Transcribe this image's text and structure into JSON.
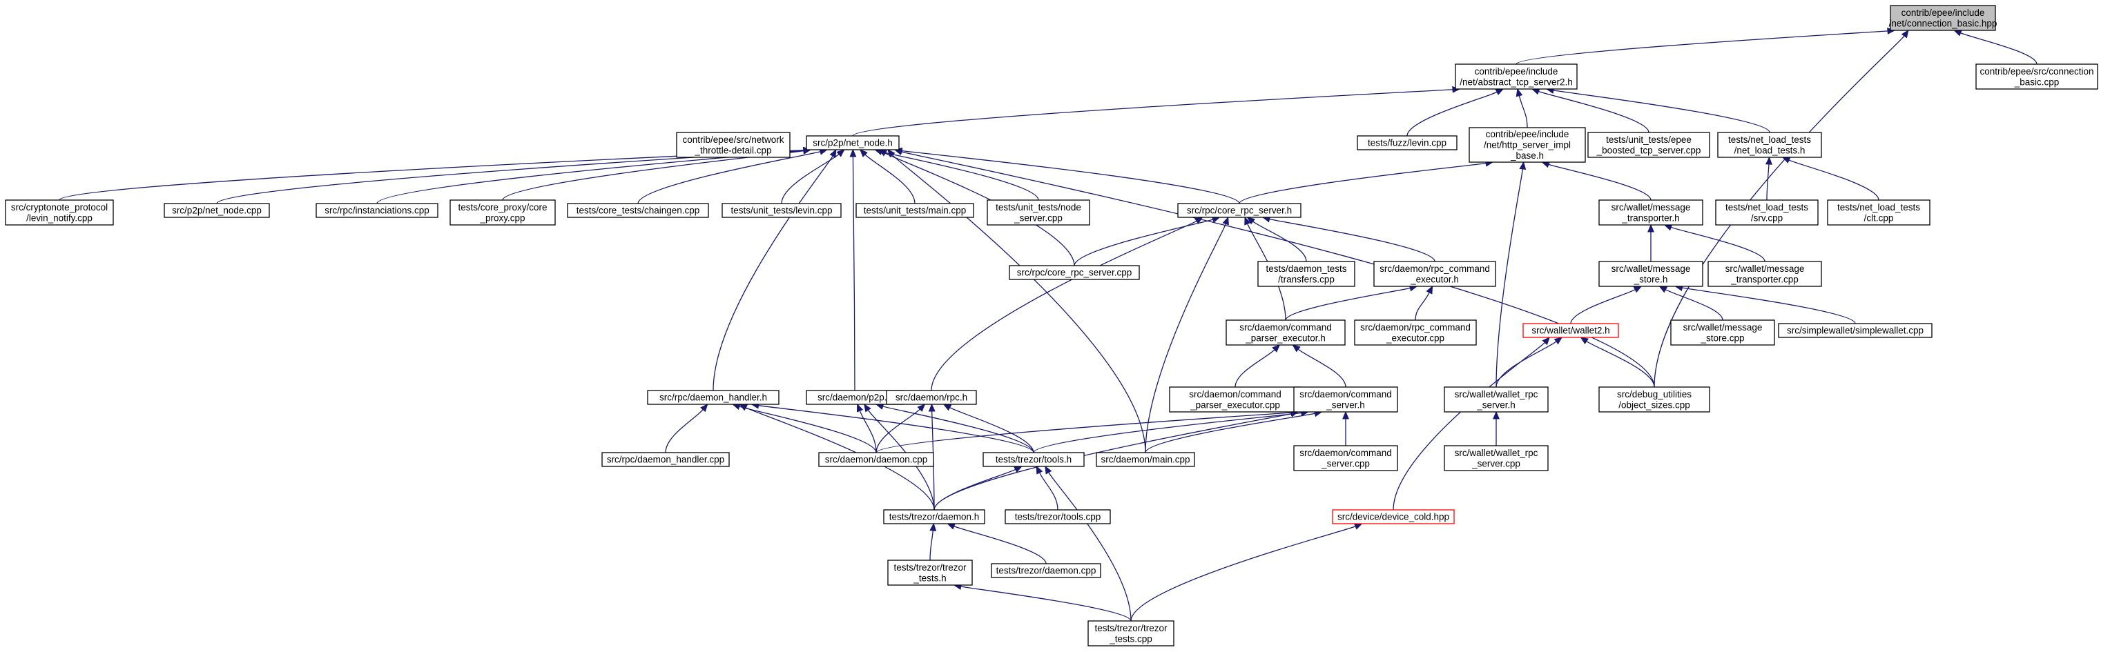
{
  "diagram": {
    "nodes": [
      {
        "id": "connection_basic_hpp",
        "lines": [
          "contrib/epee/include",
          "/net/connection_basic.hpp"
        ],
        "highlight": true
      },
      {
        "id": "abstract_tcp_server2_h",
        "lines": [
          "contrib/epee/include",
          "/net/abstract_tcp_server2.h"
        ]
      },
      {
        "id": "connection_basic_cpp",
        "lines": [
          "contrib/epee/src/connection",
          "_basic.cpp"
        ]
      },
      {
        "id": "network_throttle_detail_cpp",
        "lines": [
          "contrib/epee/src/network",
          "_throttle-detail.cpp"
        ]
      },
      {
        "id": "net_node_h",
        "lines": [
          "src/p2p/net_node.h"
        ]
      },
      {
        "id": "fuzz_levin_cpp",
        "lines": [
          "tests/fuzz/levin.cpp"
        ]
      },
      {
        "id": "http_server_impl_base_h",
        "lines": [
          "contrib/epee/include",
          "/net/http_server_impl",
          "_base.h"
        ]
      },
      {
        "id": "epee_boosted_tcp_server_cpp",
        "lines": [
          "tests/unit_tests/epee",
          "_boosted_tcp_server.cpp"
        ]
      },
      {
        "id": "net_load_tests_h",
        "lines": [
          "tests/net_load_tests",
          "/net_load_tests.h"
        ]
      },
      {
        "id": "levin_notify_cpp",
        "lines": [
          "src/cryptonote_protocol",
          "/levin_notify.cpp"
        ]
      },
      {
        "id": "net_node_cpp",
        "lines": [
          "src/p2p/net_node.cpp"
        ]
      },
      {
        "id": "instanciations_cpp",
        "lines": [
          "src/rpc/instanciations.cpp"
        ]
      },
      {
        "id": "core_proxy_cpp",
        "lines": [
          "tests/core_proxy/core",
          "_proxy.cpp"
        ]
      },
      {
        "id": "chaingen_cpp",
        "lines": [
          "tests/core_tests/chaingen.cpp"
        ]
      },
      {
        "id": "unit_levin_cpp",
        "lines": [
          "tests/unit_tests/levin.cpp"
        ]
      },
      {
        "id": "unit_main_cpp",
        "lines": [
          "tests/unit_tests/main.cpp"
        ]
      },
      {
        "id": "node_server_cpp",
        "lines": [
          "tests/unit_tests/node",
          "_server.cpp"
        ]
      },
      {
        "id": "core_rpc_server_h",
        "lines": [
          "src/rpc/core_rpc_server.h"
        ]
      },
      {
        "id": "message_transporter_h",
        "lines": [
          "src/wallet/message",
          "_transporter.h"
        ]
      },
      {
        "id": "nlt_srv_cpp",
        "lines": [
          "tests/net_load_tests",
          "/srv.cpp"
        ]
      },
      {
        "id": "nlt_clt_cpp",
        "lines": [
          "tests/net_load_tests",
          "/clt.cpp"
        ]
      },
      {
        "id": "core_rpc_server_cpp",
        "lines": [
          "src/rpc/core_rpc_server.cpp"
        ]
      },
      {
        "id": "daemon_tests_transfers_cpp",
        "lines": [
          "tests/daemon_tests",
          "/transfers.cpp"
        ]
      },
      {
        "id": "rpc_command_executor_h",
        "lines": [
          "src/daemon/rpc_command",
          "_executor.h"
        ]
      },
      {
        "id": "message_store_h",
        "lines": [
          "src/wallet/message",
          "_store.h"
        ]
      },
      {
        "id": "message_transporter_cpp",
        "lines": [
          "src/wallet/message",
          "_transporter.cpp"
        ]
      },
      {
        "id": "command_parser_executor_h",
        "lines": [
          "src/daemon/command",
          "_parser_executor.h"
        ]
      },
      {
        "id": "rpc_command_executor_cpp",
        "lines": [
          "src/daemon/rpc_command",
          "_executor.cpp"
        ]
      },
      {
        "id": "wallet2_h",
        "lines": [
          "src/wallet/wallet2.h"
        ],
        "red": true
      },
      {
        "id": "message_store_cpp",
        "lines": [
          "src/wallet/message",
          "_store.cpp"
        ]
      },
      {
        "id": "simplewallet_cpp",
        "lines": [
          "src/simplewallet/simplewallet.cpp"
        ]
      },
      {
        "id": "command_parser_executor_cpp",
        "lines": [
          "src/daemon/command",
          "_parser_executor.cpp"
        ]
      },
      {
        "id": "daemon_handler_h",
        "lines": [
          "src/rpc/daemon_handler.h"
        ]
      },
      {
        "id": "daemon_p2p_h",
        "lines": [
          "src/daemon/p2p.h"
        ]
      },
      {
        "id": "daemon_rpc_h",
        "lines": [
          "src/daemon/rpc.h"
        ]
      },
      {
        "id": "command_server_h",
        "lines": [
          "src/daemon/command",
          "_server.h"
        ]
      },
      {
        "id": "wallet_rpc_server_h",
        "lines": [
          "src/wallet/wallet_rpc",
          "_server.h"
        ]
      },
      {
        "id": "object_sizes_cpp",
        "lines": [
          "src/debug_utilities",
          "/object_sizes.cpp"
        ]
      },
      {
        "id": "daemon_handler_cpp",
        "lines": [
          "src/rpc/daemon_handler.cpp"
        ]
      },
      {
        "id": "daemon_daemon_cpp",
        "lines": [
          "src/daemon/daemon.cpp"
        ]
      },
      {
        "id": "trezor_tools_h",
        "lines": [
          "tests/trezor/tools.h"
        ]
      },
      {
        "id": "daemon_main_cpp",
        "lines": [
          "src/daemon/main.cpp"
        ]
      },
      {
        "id": "command_server_cpp",
        "lines": [
          "src/daemon/command",
          "_server.cpp"
        ]
      },
      {
        "id": "wallet_rpc_server_cpp",
        "lines": [
          "src/wallet/wallet_rpc",
          "_server.cpp"
        ]
      },
      {
        "id": "trezor_daemon_h",
        "lines": [
          "tests/trezor/daemon.h"
        ]
      },
      {
        "id": "trezor_tools_cpp",
        "lines": [
          "tests/trezor/tools.cpp"
        ]
      },
      {
        "id": "device_cold_hpp",
        "lines": [
          "src/device/device_cold.hpp"
        ],
        "red": true
      },
      {
        "id": "trezor_tests_h",
        "lines": [
          "tests/trezor/trezor",
          "_tests.h"
        ]
      },
      {
        "id": "trezor_daemon_cpp",
        "lines": [
          "tests/trezor/daemon.cpp"
        ]
      },
      {
        "id": "trezor_tests_cpp",
        "lines": [
          "tests/trezor/trezor",
          "_tests.cpp"
        ]
      }
    ],
    "edges": [
      [
        "abstract_tcp_server2_h",
        "connection_basic_hpp"
      ],
      [
        "connection_basic_cpp",
        "connection_basic_hpp"
      ],
      [
        "object_sizes_cpp",
        "connection_basic_hpp"
      ],
      [
        "net_node_h",
        "abstract_tcp_server2_h"
      ],
      [
        "fuzz_levin_cpp",
        "abstract_tcp_server2_h"
      ],
      [
        "http_server_impl_base_h",
        "abstract_tcp_server2_h"
      ],
      [
        "epee_boosted_tcp_server_cpp",
        "abstract_tcp_server2_h"
      ],
      [
        "net_load_tests_h",
        "abstract_tcp_server2_h"
      ],
      [
        "levin_notify_cpp",
        "net_node_h"
      ],
      [
        "net_node_cpp",
        "net_node_h"
      ],
      [
        "instanciations_cpp",
        "net_node_h"
      ],
      [
        "core_proxy_cpp",
        "net_node_h"
      ],
      [
        "chaingen_cpp",
        "net_node_h"
      ],
      [
        "unit_levin_cpp",
        "net_node_h"
      ],
      [
        "unit_main_cpp",
        "net_node_h"
      ],
      [
        "node_server_cpp",
        "net_node_h"
      ],
      [
        "core_rpc_server_h",
        "net_node_h"
      ],
      [
        "core_rpc_server_cpp",
        "net_node_h"
      ],
      [
        "daemon_handler_h",
        "net_node_h"
      ],
      [
        "daemon_p2p_h",
        "net_node_h"
      ],
      [
        "daemon_main_cpp",
        "net_node_h"
      ],
      [
        "object_sizes_cpp",
        "net_node_h"
      ],
      [
        "core_rpc_server_h",
        "http_server_impl_base_h"
      ],
      [
        "message_transporter_h",
        "http_server_impl_base_h"
      ],
      [
        "wallet_rpc_server_h",
        "http_server_impl_base_h"
      ],
      [
        "nlt_srv_cpp",
        "net_load_tests_h"
      ],
      [
        "nlt_clt_cpp",
        "net_load_tests_h"
      ],
      [
        "core_rpc_server_cpp",
        "core_rpc_server_h"
      ],
      [
        "daemon_tests_transfers_cpp",
        "core_rpc_server_h"
      ],
      [
        "rpc_command_executor_h",
        "core_rpc_server_h"
      ],
      [
        "command_parser_executor_h",
        "core_rpc_server_h"
      ],
      [
        "daemon_rpc_h",
        "core_rpc_server_h"
      ],
      [
        "daemon_main_cpp",
        "core_rpc_server_h"
      ],
      [
        "message_store_h",
        "message_transporter_h"
      ],
      [
        "message_transporter_cpp",
        "message_transporter_h"
      ],
      [
        "command_parser_executor_h",
        "rpc_command_executor_h"
      ],
      [
        "rpc_command_executor_cpp",
        "rpc_command_executor_h"
      ],
      [
        "wallet2_h",
        "message_store_h"
      ],
      [
        "message_store_cpp",
        "message_store_h"
      ],
      [
        "simplewallet_cpp",
        "message_store_h"
      ],
      [
        "command_parser_executor_cpp",
        "command_parser_executor_h"
      ],
      [
        "command_server_h",
        "command_parser_executor_h"
      ],
      [
        "wallet_rpc_server_h",
        "wallet2_h"
      ],
      [
        "object_sizes_cpp",
        "wallet2_h"
      ],
      [
        "device_cold_hpp",
        "wallet2_h"
      ],
      [
        "daemon_handler_cpp",
        "daemon_handler_h"
      ],
      [
        "daemon_daemon_cpp",
        "daemon_handler_h"
      ],
      [
        "trezor_tools_h",
        "daemon_handler_h"
      ],
      [
        "trezor_daemon_h",
        "daemon_handler_h"
      ],
      [
        "daemon_daemon_cpp",
        "daemon_p2p_h"
      ],
      [
        "trezor_tools_h",
        "daemon_p2p_h"
      ],
      [
        "trezor_daemon_h",
        "daemon_p2p_h"
      ],
      [
        "daemon_daemon_cpp",
        "daemon_rpc_h"
      ],
      [
        "trezor_tools_h",
        "daemon_rpc_h"
      ],
      [
        "trezor_daemon_h",
        "daemon_rpc_h"
      ],
      [
        "daemon_daemon_cpp",
        "command_server_h"
      ],
      [
        "trezor_tools_h",
        "command_server_h"
      ],
      [
        "daemon_main_cpp",
        "command_server_h"
      ],
      [
        "command_server_cpp",
        "command_server_h"
      ],
      [
        "trezor_daemon_h",
        "command_server_h"
      ],
      [
        "wallet_rpc_server_cpp",
        "wallet_rpc_server_h"
      ],
      [
        "trezor_daemon_h",
        "trezor_tools_h"
      ],
      [
        "trezor_tools_cpp",
        "trezor_tools_h"
      ],
      [
        "trezor_tests_cpp",
        "trezor_tools_h"
      ],
      [
        "trezor_tests_h",
        "trezor_daemon_h"
      ],
      [
        "trezor_daemon_cpp",
        "trezor_daemon_h"
      ],
      [
        "trezor_tests_cpp",
        "trezor_tests_h"
      ],
      [
        "trezor_tests_cpp",
        "device_cold_hpp"
      ]
    ]
  }
}
